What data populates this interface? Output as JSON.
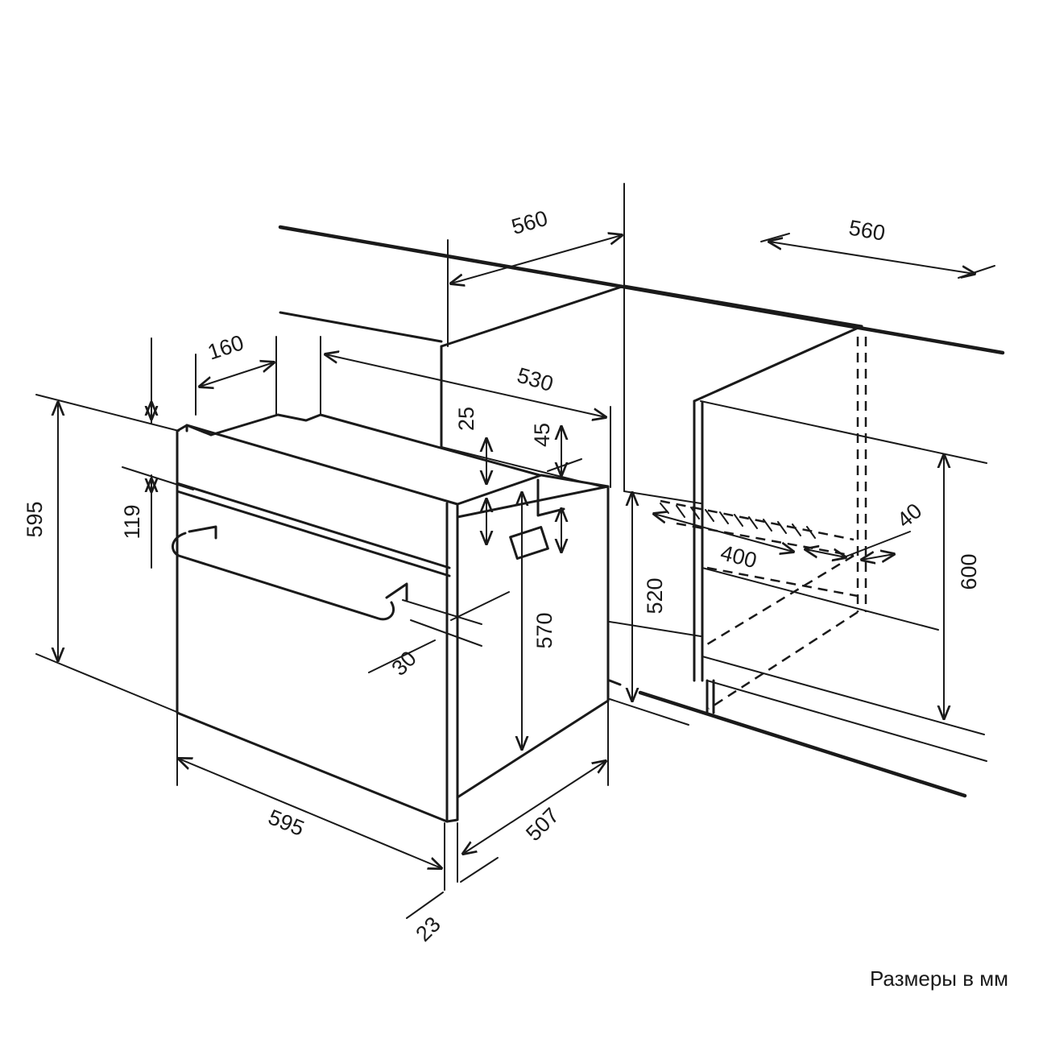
{
  "dimensions": {
    "cabinet_width_left": "560",
    "cabinet_width_right": "560",
    "top_offset": "160",
    "cabinet_depth": "530",
    "top_gap": "25",
    "rear_gap": "45",
    "panel_height": "119",
    "oven_height": "595",
    "vent_depth": "30",
    "inner_height": "570",
    "cavity_height": "520",
    "vent_width": "400",
    "vent_offset": "40",
    "niche_height": "600",
    "oven_width": "595",
    "oven_depth": "507",
    "door_thickness": "23"
  },
  "caption": "Размеры в мм"
}
